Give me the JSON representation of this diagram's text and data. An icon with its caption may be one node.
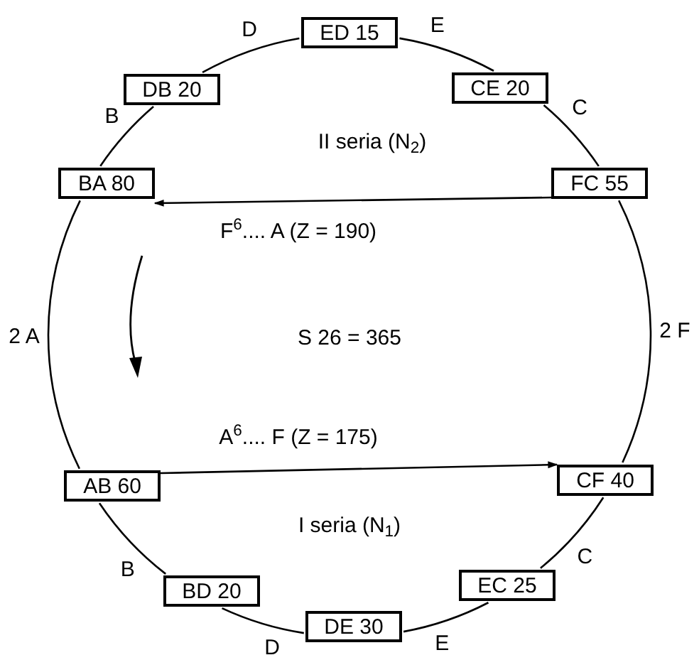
{
  "diagram": {
    "nodes": [
      {
        "text": [
          "ED 15"
        ]
      },
      {
        "text": [
          "CE 20"
        ]
      },
      {
        "text": [
          "FC 55"
        ]
      },
      {
        "text": [
          "CF 40"
        ]
      },
      {
        "text": [
          "EC 25"
        ]
      },
      {
        "text": [
          "DE 30"
        ]
      },
      {
        "text": [
          "BD 20"
        ]
      },
      {
        "text": [
          "AB 60"
        ]
      },
      {
        "text": [
          "BA 80"
        ]
      },
      {
        "text": [
          "DB 20"
        ]
      }
    ],
    "edges": [
      {
        "from": 0,
        "to": 1,
        "arrow": "none",
        "label": "E"
      },
      {
        "from": 1,
        "to": 2,
        "arrow": "none",
        "label": "C"
      },
      {
        "from": 2,
        "to": 3,
        "arrow": "none",
        "label": "2 F"
      },
      {
        "from": 3,
        "to": 4,
        "arrow": "none",
        "label": "C"
      },
      {
        "from": 4,
        "to": 5,
        "arrow": "none",
        "label": "E"
      },
      {
        "from": 5,
        "to": 6,
        "arrow": "none",
        "label": "D"
      },
      {
        "from": 6,
        "to": 7,
        "arrow": "none",
        "label": "B"
      },
      {
        "from": 7,
        "to": 8,
        "arrow": "none",
        "label": "2 A"
      },
      {
        "from": 8,
        "to": 9,
        "arrow": "none",
        "label": "B"
      },
      {
        "from": 9,
        "to": 0,
        "arrow": "none",
        "label": "D"
      },
      {
        "from": 2,
        "to": 8,
        "arrow": "to",
        "label": "F$^{6}$.... A (Z = 190)"
      },
      {
        "from": 7,
        "to": 3,
        "arrow": "to",
        "label": "A$^{6}$.... F (Z = 175)"
      }
    ],
    "labels": [
      "II seria (N$_{2}$)",
      "S 26 = 365",
      "I seria (N$_{1}$)"
    ]
  }
}
